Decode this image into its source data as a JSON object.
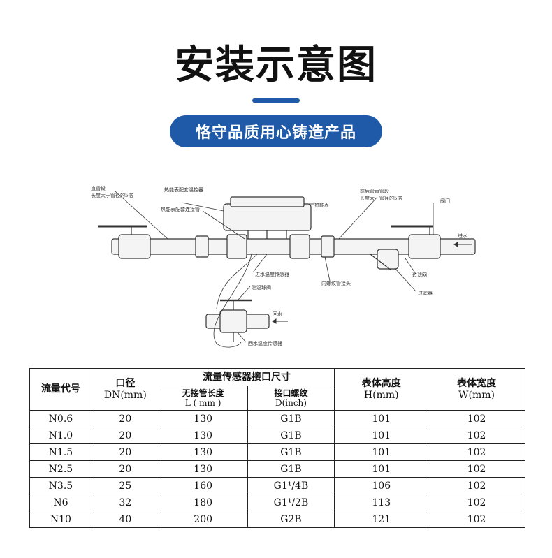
{
  "header": {
    "title": "安装示意图",
    "subtitle": "恪守品质用心铸造产品",
    "accent_color": "#1e5aa8"
  },
  "diagram": {
    "labels": {
      "straight_pipe_left": "直管段",
      "straight_pipe_left_note": "长度大于管径的5倍",
      "thermal_sensor_box": "热能表配套温控器",
      "thermal_sensor_pipe": "热能表配套连接管",
      "heat_meter": "热能表",
      "straight_pipe_right": "前后管直管段",
      "straight_pipe_right_note": "长度大于管径的5倍",
      "valve": "阀门",
      "inlet_water": "进水",
      "inlet_temp_sensor": "进水温度传感器",
      "temp_sensor_valve": "测温球阀",
      "internal_thread": "内螺纹管接头",
      "filter_mesh": "过滤网",
      "filter": "过滤器",
      "return_water": "回水",
      "return_temp_sensor": "回水温度传感器"
    }
  },
  "table": {
    "headers": {
      "flow_code": "流量代号",
      "diameter": "口径",
      "diameter_unit": "DN(mm)",
      "sensor_group": "流量传感器接口尺寸",
      "length": "无接管长度",
      "length_unit": "L ( mm )",
      "thread": "接口螺纹",
      "thread_unit": "D(inch)",
      "height": "表体高度",
      "height_unit": "H(mm)",
      "width": "表体宽度",
      "width_unit": "W(mm)"
    },
    "rows": [
      {
        "code": "N0.6",
        "dn": "20",
        "l": "130",
        "d": "G1B",
        "h": "101",
        "w": "102"
      },
      {
        "code": "N1.0",
        "dn": "20",
        "l": "130",
        "d": "G1B",
        "h": "101",
        "w": "102"
      },
      {
        "code": "N1.5",
        "dn": "20",
        "l": "130",
        "d": "G1B",
        "h": "101",
        "w": "102"
      },
      {
        "code": "N2.5",
        "dn": "20",
        "l": "130",
        "d": "G1B",
        "h": "101",
        "w": "102"
      },
      {
        "code": "N3.5",
        "dn": "25",
        "l": "160",
        "d": "G1¹/4B",
        "h": "106",
        "w": "102"
      },
      {
        "code": "N6",
        "dn": "32",
        "l": "180",
        "d": "G1¹/2B",
        "h": "113",
        "w": "102"
      },
      {
        "code": "N10",
        "dn": "40",
        "l": "200",
        "d": "G2B",
        "h": "121",
        "w": "102"
      }
    ]
  }
}
